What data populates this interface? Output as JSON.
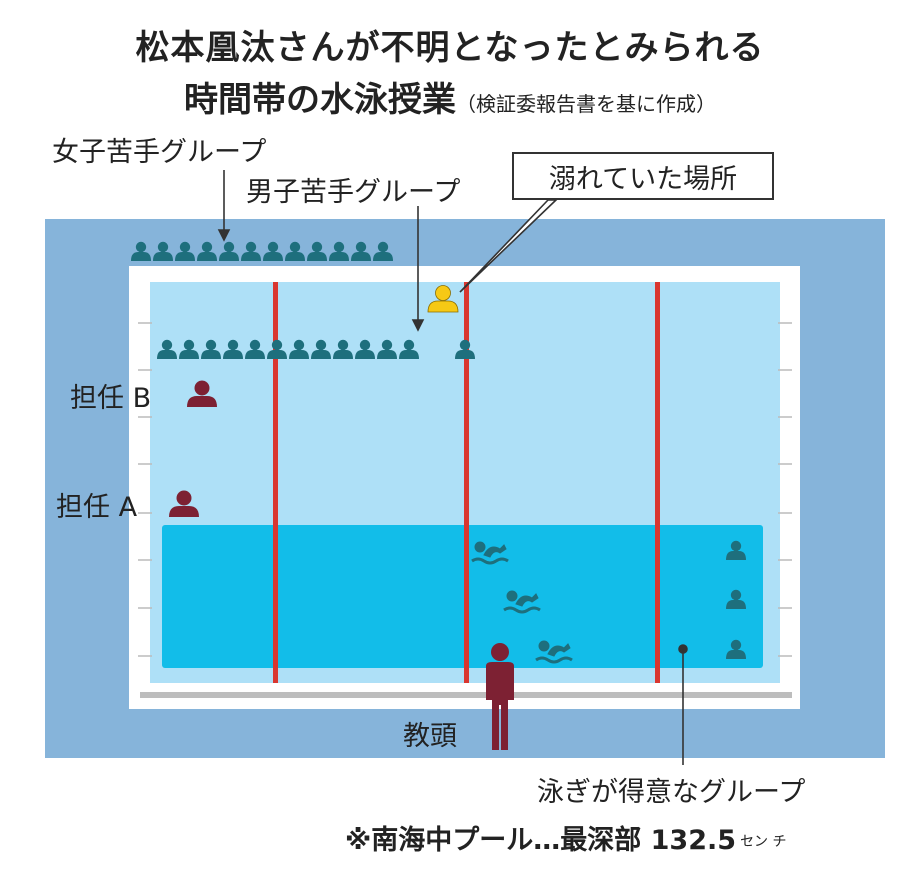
{
  "title": {
    "line1": "松本凰汰さんが不明となったとみられる",
    "line2": "時間帯の水泳授業",
    "line2_sub": "（検証委報告書を基に作成）"
  },
  "labels": {
    "girls_group": "女子苦手グループ",
    "boys_group": "男子苦手グループ",
    "drowned_place": "溺れていた場所",
    "teacher_b": "担任 B",
    "teacher_a": "担任 A",
    "vice_principal": "教頭",
    "good_swimmers": "泳ぎが得意なグループ"
  },
  "note": {
    "text": "※南海中プール…最深部 132.5",
    "unit": "セン チ"
  },
  "colors": {
    "outer_deck": "#86b4da",
    "pool_shallow": "#aee0f7",
    "pool_deep_zone": "#12bde9",
    "lane_rope": "#d9362f",
    "student": "#1e6f7d",
    "teacher": "#7d2133",
    "victim": "#f6c915"
  },
  "icons": {
    "students": "person-icon",
    "swimmer": "swimmer-icon"
  }
}
